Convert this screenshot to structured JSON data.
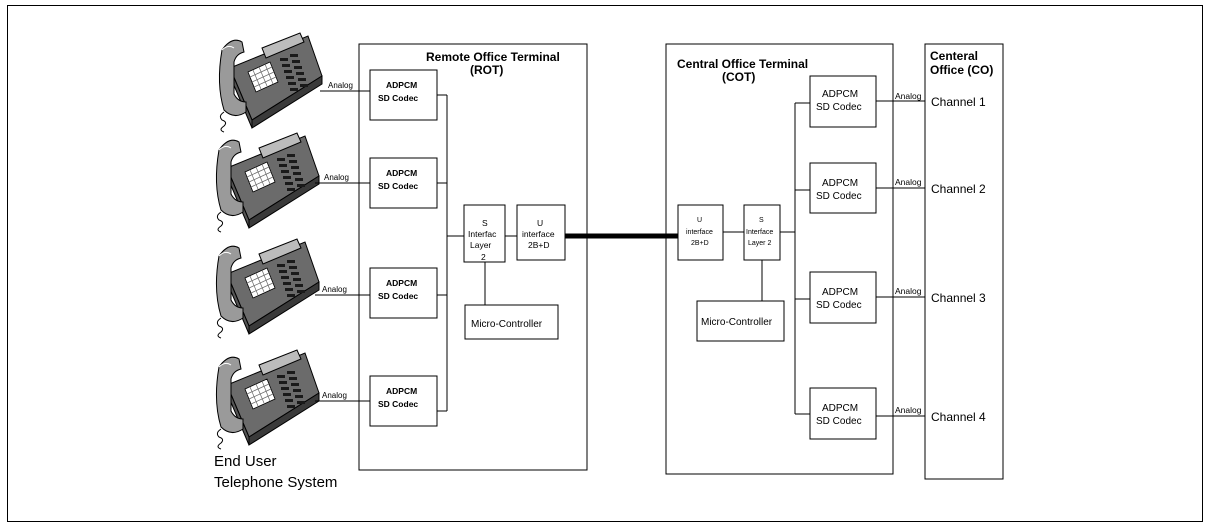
{
  "rot": {
    "title_line1": "Remote Office Terminal",
    "title_line2": "(ROT)"
  },
  "cot": {
    "title_line1": "Central Office Terminal",
    "title_line2": "(COT)"
  },
  "co": {
    "title_line1": "Centeral",
    "title_line2": "Office (CO)"
  },
  "end_user": {
    "line1": "End User",
    "line2": "Telephone System"
  },
  "analog_label": "Analog",
  "codec": {
    "line1": "ADPCM",
    "line2": "SD Codec"
  },
  "rot_s_interface": {
    "line1": "S",
    "line2": "Interfac",
    "line3": "Layer",
    "line4": "2"
  },
  "rot_u_interface": {
    "line1": "U",
    "line2": "interface",
    "line3": "2B+D"
  },
  "cot_u_interface": {
    "line1": "U",
    "line2": "interface",
    "line3": "2B+D"
  },
  "cot_s_interface": {
    "line1": "S",
    "line2": "Interface",
    "line3": "Layer 2"
  },
  "micro_controller": "Micro-Controller",
  "channels": [
    "Channel 1",
    "Channel 2",
    "Channel 3",
    "Channel 4"
  ]
}
